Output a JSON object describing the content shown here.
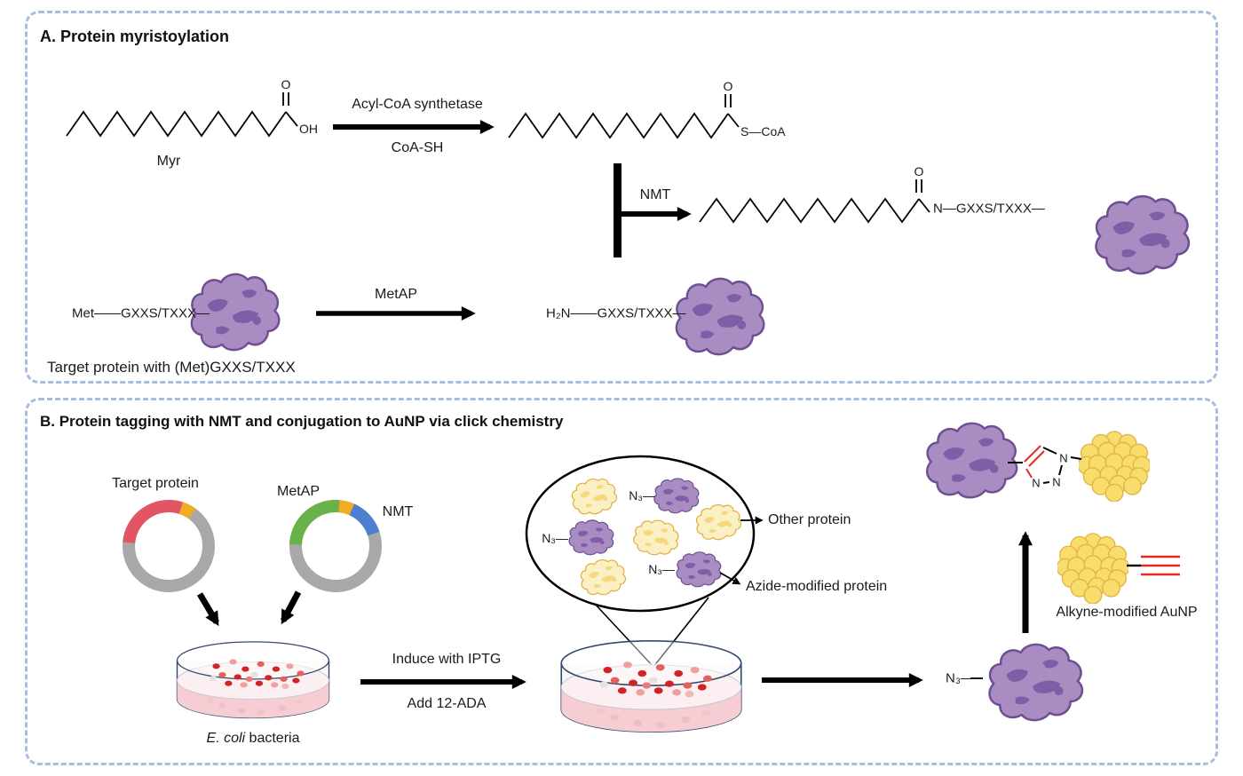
{
  "colors": {
    "panel_border": "#a9bde2",
    "protein_purple": "#a98cc2",
    "protein_purple_dark": "#7e5ea6",
    "protein_yellow": "#faf0c4",
    "protein_yellow_dark": "#f6d87c",
    "gold_np": "#f8dc6e",
    "red_bond": "#e02a22",
    "plasmid_gray": "#a8a8a8",
    "plasmid_red": "#e25565",
    "plasmid_yellow": "#f0ad24",
    "plasmid_green": "#69b24a",
    "plasmid_blue": "#4d7fd0"
  },
  "panel_a": {
    "title": "A. Protein myristoylation",
    "myr_label": "Myr",
    "atom_o": "O",
    "atom_oh": "OH",
    "arrow1_enzyme": "Acyl-CoA synthetase",
    "arrow1_cofactor": "CoA-SH",
    "s_coa": "S—CoA",
    "nmt_label": "NMT",
    "n_gxxs": "N—GXXS/TXXX—",
    "met_gxxs": "Met——GXXS/TXXX—",
    "metap_label": "MetAP",
    "h2n_gxxs": "H₂N——GXXS/TXXX—",
    "caption": "Target protein with (Met)GXXS/TXXX"
  },
  "panel_b": {
    "title": "B. Protein tagging with NMT and conjugation to AuNP via click chemistry",
    "plasmid1_label": "Target protein",
    "metap_label": "MetAP",
    "nmt_label": "NMT",
    "ecoli_italic": "E. coli",
    "ecoli_rest": " bacteria",
    "arrow_induce": "Induce with IPTG",
    "arrow_add": "Add 12-ADA",
    "other_protein_label": "Other protein",
    "azide_protein_label": "Azide-modified protein",
    "n3_label": "N₃—",
    "alkyne_aunp_label": "Alkyne-modified AuNP",
    "atom_n": "N"
  }
}
